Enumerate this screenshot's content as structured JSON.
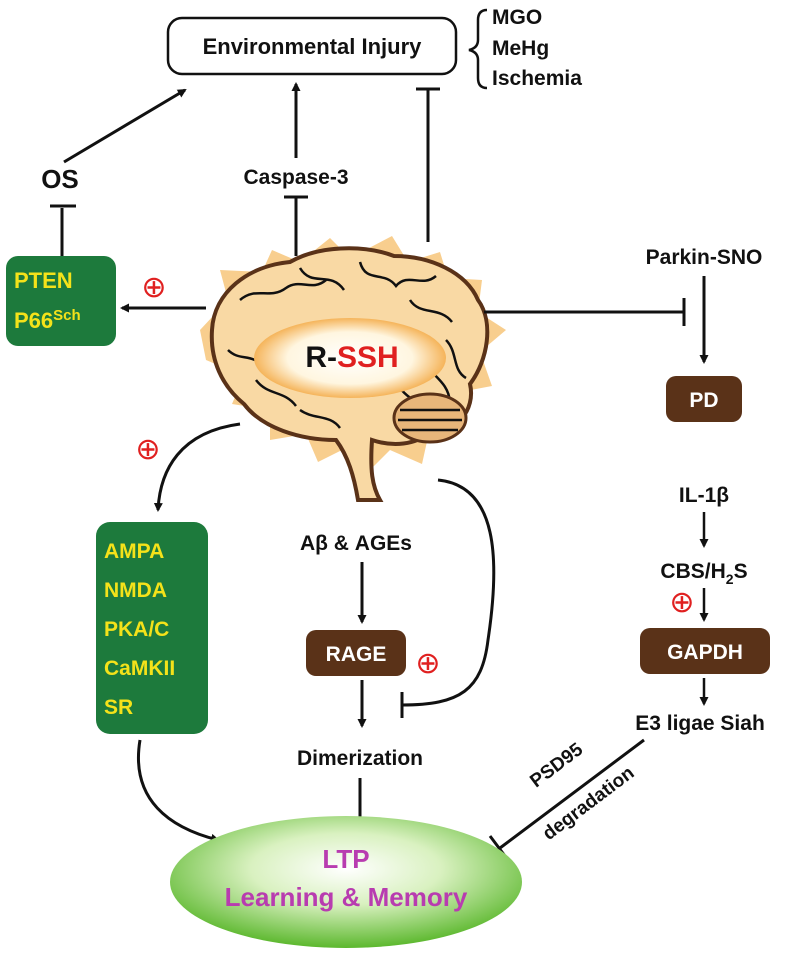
{
  "environmental_injury": {
    "label": "Environmental Injury",
    "factors": [
      "MGO",
      "MeHg",
      "Ischemia"
    ]
  },
  "os_label": "OS",
  "caspase_label": "Caspase-3",
  "pten_box": {
    "line1": "PTEN",
    "line2_base": "P66",
    "line2_sup": "Sch"
  },
  "brain": {
    "label_prefix": "R-",
    "label_highlight": "SSH"
  },
  "parkin_label": "Parkin-SNO",
  "pd_label": "PD",
  "plus_sign": "⊕",
  "receptor_box": {
    "items": [
      "AMPA",
      "NMDA",
      "PKA/C",
      "CaMKII",
      "SR"
    ]
  },
  "abeta_label": "Aβ & AGEs",
  "rage_label": "RAGE",
  "dimerization_label": "Dimerization",
  "il1b_label": "IL-1β",
  "cbs_label": {
    "base": "CBS/H",
    "sub": "2",
    "tail": "S"
  },
  "gapdh_label": "GAPDH",
  "e3_label": "E3 ligae Siah",
  "psd95_label": "PSD95",
  "degradation_label": "degradation",
  "ltp": {
    "line1": "LTP",
    "line2": "Learning & Memory"
  },
  "colors": {
    "green_box": "#1d7a3c",
    "yellow_text": "#f4e21a",
    "brown_box": "#5a3218",
    "red_plus": "#e02020",
    "magenta_text": "#b83cb0",
    "brain_glow": "#f7c67a"
  }
}
